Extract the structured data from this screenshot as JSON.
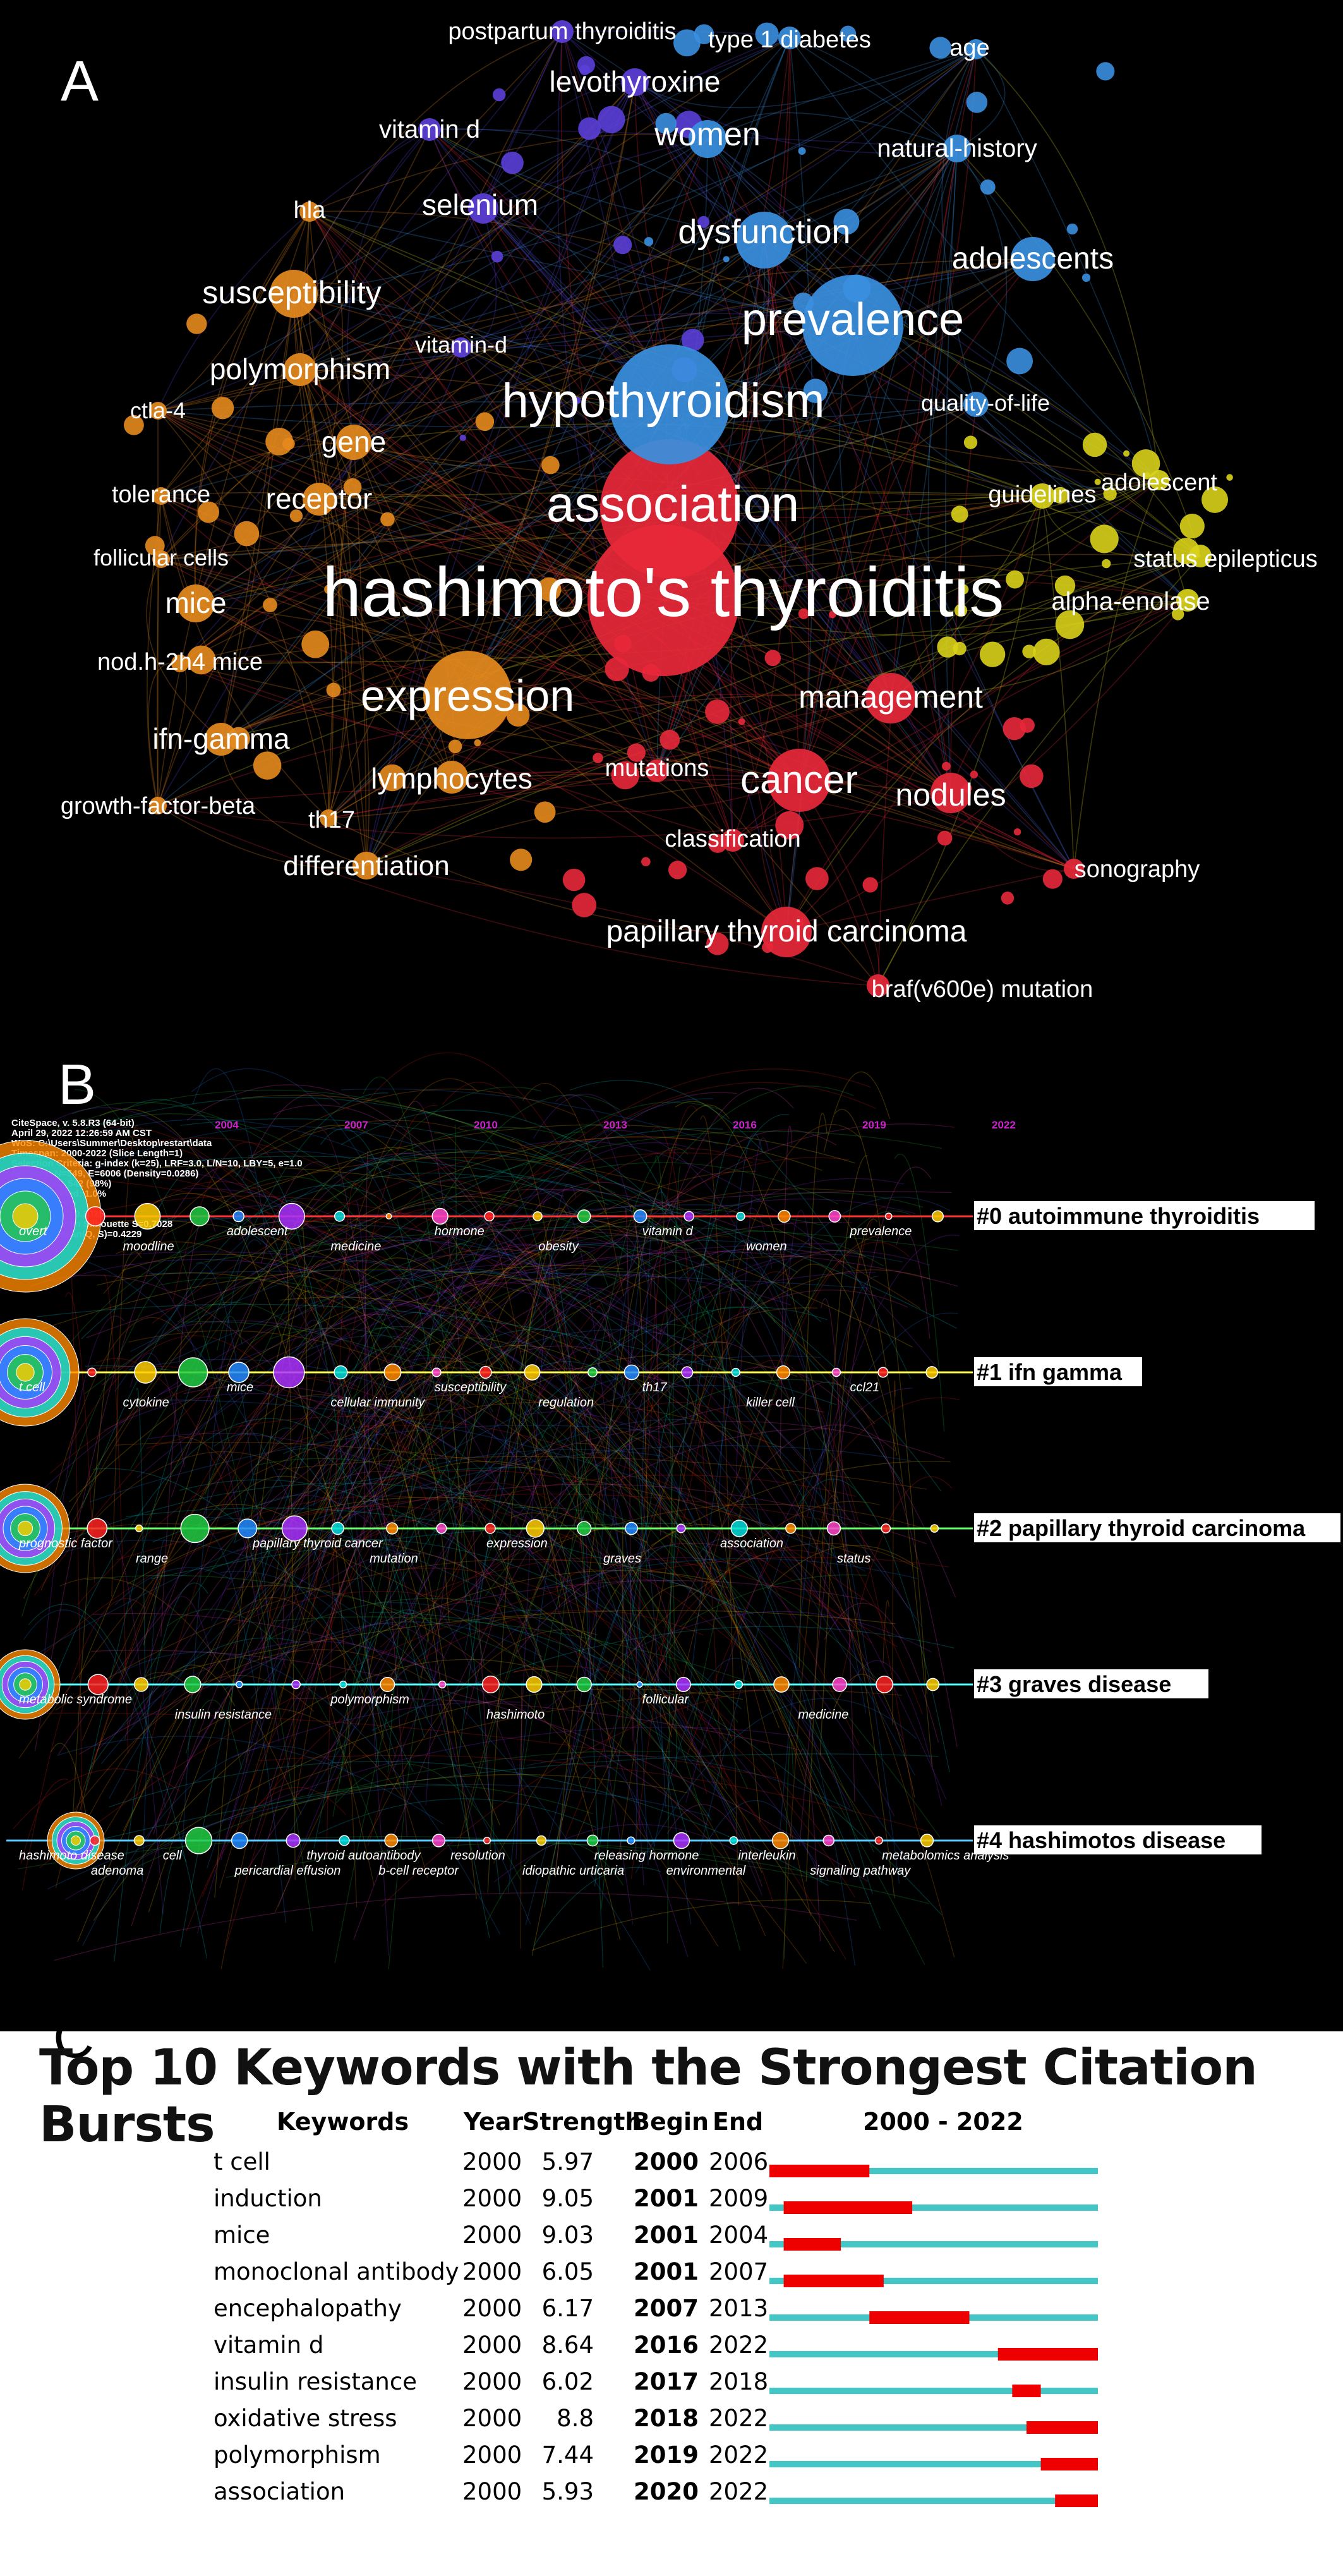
{
  "panels": {
    "a": "A",
    "b": "B",
    "c": "C"
  },
  "network": {
    "title": "",
    "nodes": [
      {
        "id": "hashimoto's thyroiditis",
        "cluster": "red",
        "weight": 10
      },
      {
        "id": "association",
        "cluster": "red",
        "weight": 8
      },
      {
        "id": "hypothyroidism",
        "cluster": "blue",
        "weight": 7
      },
      {
        "id": "prevalence",
        "cluster": "blue",
        "weight": 6
      },
      {
        "id": "expression",
        "cluster": "orange",
        "weight": 6
      },
      {
        "id": "cancer",
        "cluster": "red",
        "weight": 5
      },
      {
        "id": "management",
        "cluster": "red",
        "weight": 4
      },
      {
        "id": "dysfunction",
        "cluster": "blue",
        "weight": 4
      },
      {
        "id": "susceptibility",
        "cluster": "orange",
        "weight": 4
      },
      {
        "id": "adolescents",
        "cluster": "blue",
        "weight": 4
      },
      {
        "id": "women",
        "cluster": "blue",
        "weight": 3
      },
      {
        "id": "nodules",
        "cluster": "red",
        "weight": 3
      },
      {
        "id": "papillary thyroid carcinoma",
        "cluster": "red",
        "weight": 4
      },
      {
        "id": "lymphocytes",
        "cluster": "orange",
        "weight": 3
      },
      {
        "id": "ifn-gamma",
        "cluster": "orange",
        "weight": 3
      },
      {
        "id": "mice",
        "cluster": "orange",
        "weight": 3
      },
      {
        "id": "gene",
        "cluster": "orange",
        "weight": 3
      },
      {
        "id": "receptor",
        "cluster": "orange",
        "weight": 3
      },
      {
        "id": "polymorphism",
        "cluster": "orange",
        "weight": 3
      },
      {
        "id": "levothyroxine",
        "cluster": "purple",
        "weight": 3
      },
      {
        "id": "selenium",
        "cluster": "purple",
        "weight": 3
      },
      {
        "id": "natural-history",
        "cluster": "blue",
        "weight": 2
      },
      {
        "id": "differentiation",
        "cluster": "orange",
        "weight": 2
      },
      {
        "id": "postpartum thyroiditis",
        "cluster": "purple",
        "weight": 2
      },
      {
        "id": "type 1 diabetes",
        "cluster": "blue",
        "weight": 2
      },
      {
        "id": "age",
        "cluster": "blue",
        "weight": 2
      },
      {
        "id": "vitamin d",
        "cluster": "purple",
        "weight": 2
      },
      {
        "id": "hla",
        "cluster": "orange",
        "weight": 2
      },
      {
        "id": "vitamin-d",
        "cluster": "purple",
        "weight": 2
      },
      {
        "id": "ctla-4",
        "cluster": "orange",
        "weight": 2
      },
      {
        "id": "tolerance",
        "cluster": "orange",
        "weight": 2
      },
      {
        "id": "follicular cells",
        "cluster": "orange",
        "weight": 2
      },
      {
        "id": "nod.h-2h4 mice",
        "cluster": "orange",
        "weight": 2
      },
      {
        "id": "growth-factor-beta",
        "cluster": "orange",
        "weight": 2
      },
      {
        "id": "th17",
        "cluster": "orange",
        "weight": 2
      },
      {
        "id": "mutations",
        "cluster": "red",
        "weight": 2
      },
      {
        "id": "classification",
        "cluster": "red",
        "weight": 2
      },
      {
        "id": "braf(v600e) mutation",
        "cluster": "red",
        "weight": 2
      },
      {
        "id": "sonography",
        "cluster": "red",
        "weight": 2
      },
      {
        "id": "quality-of-life",
        "cluster": "blue",
        "weight": 2
      },
      {
        "id": "guidelines",
        "cluster": "yellow",
        "weight": 2
      },
      {
        "id": "adolescent",
        "cluster": "yellow",
        "weight": 2
      },
      {
        "id": "status epilepticus",
        "cluster": "yellow",
        "weight": 2
      },
      {
        "id": "alpha-enolase",
        "cluster": "yellow",
        "weight": 2
      }
    ],
    "cluster_colors": {
      "red": "#e8283a",
      "blue": "#3a8fe0",
      "purple": "#5b3fd8",
      "orange": "#e58a1e",
      "yellow": "#d9d21a"
    }
  },
  "timeline": {
    "meta_lines": [
      "CiteSpace, v. 5.8.R3 (64-bit)",
      "April 29, 2022 12:26:59 AM CST",
      "WoS: C:\\Users\\Summer\\Desktop\\restart\\data",
      "Timespan: 2000-2022 (Slice Length=1)",
      "Selection Criteria: g-index (k=25), LRF=3.0, L/N=10, LBY=5, e=1.0",
      "Network: N=549, E=6006 (Density=0.0286)",
      "Largest CC: 542 (98%)",
      "Nodes Labeled: 1.0%",
      "Pruning: None",
      "Modularity Q=0.3025",
      "Weighted Mean Silhouette S=0.7028",
      "Harmonic Mean(Q, S)=0.4229"
    ],
    "years": [
      "2004",
      "2007",
      "2010",
      "2013",
      "2016",
      "2019",
      "2022"
    ],
    "clusters": [
      {
        "label": "#0 autoimmune thyroiditis",
        "terms": [
          "overt",
          "moodline",
          "adolescent",
          "medicine",
          "hormone",
          "obesity",
          "vitamin d",
          "women",
          "prevalence"
        ]
      },
      {
        "label": "#1 ifn gamma",
        "terms": [
          "t cell",
          "cytokine",
          "mice",
          "cellular immunity",
          "susceptibility",
          "regulation",
          "th17",
          "killer cell",
          "ccl21"
        ]
      },
      {
        "label": "#2 papillary thyroid carcinoma",
        "terms": [
          "prognostic factor",
          "range",
          "papillary thyroid cancer",
          "mutation",
          "expression",
          "graves",
          "association",
          "status"
        ]
      },
      {
        "label": "#3 graves disease",
        "terms": [
          "metabolic syndrome",
          "insulin resistance",
          "polymorphism",
          "hashimoto",
          "follicular",
          "medicine"
        ]
      },
      {
        "label": "#4 hashimotos disease",
        "terms": [
          "hashimoto disease",
          "adenoma",
          "cell",
          "pericardial effusion",
          "thyroid autoantibody",
          "b-cell receptor",
          "resolution",
          "idiopathic urticaria",
          "releasing hormone",
          "environmental",
          "interleukin",
          "signaling pathway",
          "metabolomics analysis"
        ]
      }
    ]
  },
  "burst": {
    "title": "Top 10 Keywords with the Strongest Citation Bursts",
    "headers": {
      "keywords": "Keywords",
      "year": "Year",
      "strength": "Strength",
      "begin": "Begin",
      "end": "End",
      "range": "2000 - 2022"
    }
  },
  "chart_data": {
    "type": "table",
    "title": "Top 10 Keywords with the Strongest Citation Bursts",
    "range": [
      2000,
      2022
    ],
    "columns": [
      "Keywords",
      "Year",
      "Strength",
      "Begin",
      "End"
    ],
    "rows": [
      {
        "keyword": "t cell",
        "year": "2000",
        "strength": "5.97",
        "begin": "2000",
        "end": "2006"
      },
      {
        "keyword": "induction",
        "year": "2000",
        "strength": "9.05",
        "begin": "2001",
        "end": "2009"
      },
      {
        "keyword": "mice",
        "year": "2000",
        "strength": "9.03",
        "begin": "2001",
        "end": "2004"
      },
      {
        "keyword": "monoclonal antibody",
        "year": "2000",
        "strength": "6.05",
        "begin": "2001",
        "end": "2007"
      },
      {
        "keyword": "encephalopathy",
        "year": "2000",
        "strength": "6.17",
        "begin": "2007",
        "end": "2013"
      },
      {
        "keyword": "vitamin d",
        "year": "2000",
        "strength": "8.64",
        "begin": "2016",
        "end": "2022"
      },
      {
        "keyword": "insulin resistance",
        "year": "2000",
        "strength": "6.02",
        "begin": "2017",
        "end": "2018"
      },
      {
        "keyword": "oxidative stress",
        "year": "2000",
        "strength": "8.8",
        "begin": "2018",
        "end": "2022"
      },
      {
        "keyword": "polymorphism",
        "year": "2000",
        "strength": "7.44",
        "begin": "2019",
        "end": "2022"
      },
      {
        "keyword": "association",
        "year": "2000",
        "strength": "5.93",
        "begin": "2020",
        "end": "2022"
      }
    ],
    "colors": {
      "burst": "#ee0000",
      "baseline": "#45c6c6"
    }
  }
}
